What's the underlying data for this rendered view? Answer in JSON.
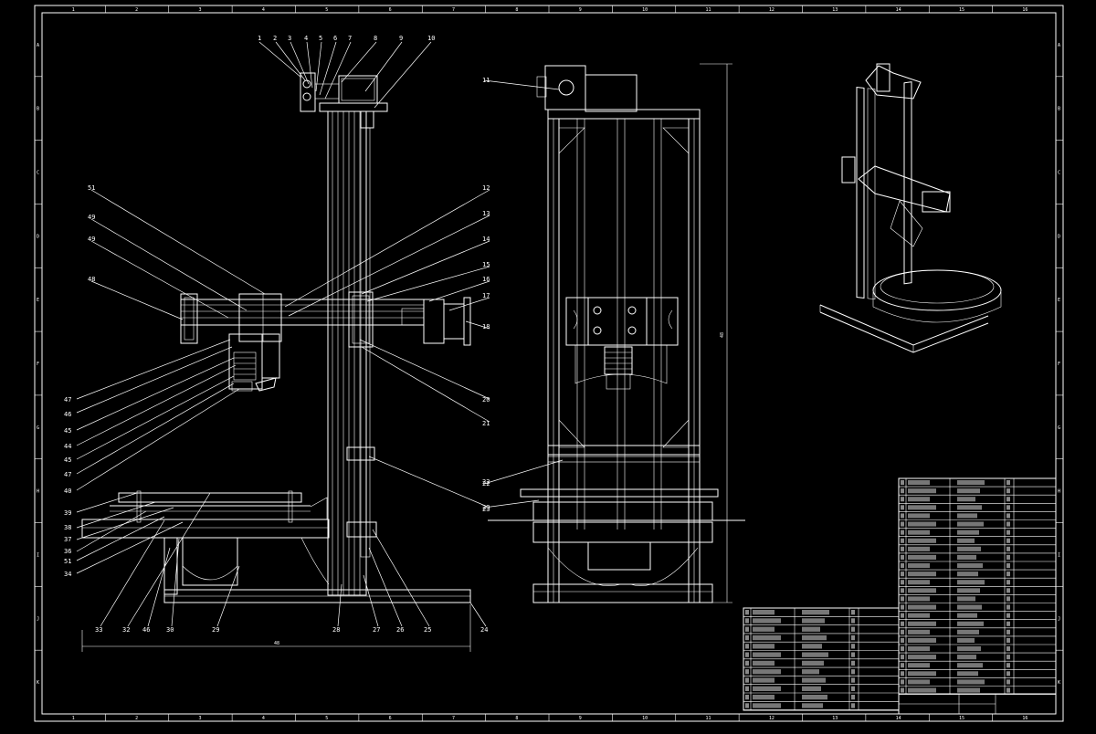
{
  "drawing": {
    "border": {
      "top_zones": [
        "1",
        "2",
        "3",
        "4",
        "5",
        "6",
        "7",
        "8",
        "9",
        "10",
        "11",
        "12",
        "13",
        "14",
        "15",
        "16"
      ],
      "side_zones": [
        "A",
        "B",
        "C",
        "D",
        "E",
        "F",
        "G",
        "H",
        "I",
        "J",
        "K"
      ]
    },
    "front_view": {
      "part_labels": [
        "1",
        "2",
        "3",
        "4",
        "5",
        "6",
        "7",
        "8",
        "9",
        "10"
      ],
      "left_labels": [
        "51",
        "49",
        "49",
        "48"
      ],
      "right_labels": [
        "12",
        "13",
        "14",
        "15",
        "16",
        "17",
        "18"
      ],
      "lower_left_labels": [
        "47",
        "46",
        "45",
        "44",
        "45",
        "47",
        "40"
      ],
      "right_mid_labels": [
        "20",
        "21",
        "22",
        "23"
      ],
      "base_left_labels": [
        "39",
        "38",
        "37",
        "36",
        "51",
        "34"
      ],
      "bottom_labels": [
        "33",
        "32",
        "46",
        "30",
        "29",
        "28",
        "27",
        "26",
        "25",
        "24"
      ],
      "dimension": "48"
    },
    "side_view": {
      "part_labels": [
        "11",
        "22",
        "23"
      ],
      "dimension": "48"
    }
  }
}
